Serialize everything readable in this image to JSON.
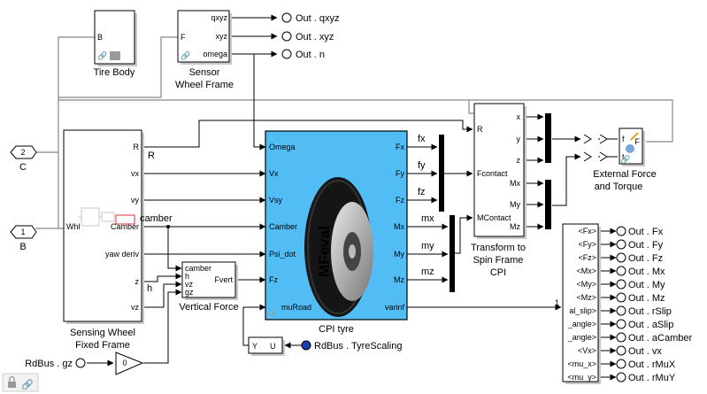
{
  "blocks": {
    "tire_body": {
      "label": "Tire Body",
      "port_in": "B"
    },
    "sensor": {
      "label_line1": "Sensor",
      "label_line2": "Wheel Frame",
      "port_in": "F",
      "port_out": [
        "qxyz",
        "xyz",
        "omega"
      ]
    },
    "sensing": {
      "label_line1": "Sensing Wheel",
      "label_line2": "Fixed Frame",
      "port_in": "Whl",
      "port_out": [
        "R",
        "vx",
        "vy",
        "Camber",
        "yaw deriv",
        "z",
        "vz"
      ]
    },
    "cpi": {
      "label": "CPI tyre",
      "ports_in": [
        "Omega",
        "Vx",
        "Vsy",
        "Camber",
        "Psi_dot",
        "Fz",
        "muRoad"
      ],
      "ports_out": [
        "Fx",
        "Fy",
        "Fz",
        "Mx",
        "My",
        "Mz",
        "varinf"
      ],
      "tire_text": "MFeval"
    },
    "vforce": {
      "label": "Vertical Force",
      "ports_in": [
        "camber",
        "h",
        "vz",
        "gz"
      ],
      "port_out": "Fvert"
    },
    "transform": {
      "label_line1": "Transform to",
      "label_line2": "Spin Frame",
      "label_line3": "CPI",
      "ports_in": [
        "R",
        "Fcontact",
        "MContact"
      ],
      "ports_out": [
        "x",
        "y",
        "z",
        "Mx",
        "My",
        "Mz"
      ]
    },
    "ext": {
      "label_line1": "External Force",
      "label_line2": "and Torque",
      "ports_in": [
        "f",
        "t"
      ],
      "port_out": "F"
    },
    "gain": {
      "value": "0"
    },
    "yu": {
      "y": "Y",
      "u": "U"
    },
    "busselector": {
      "signals": [
        "<Fx>",
        "<Fy>",
        "<Fz>",
        "<Mx>",
        "<My>",
        "<Mz>",
        "al_slip>",
        "_angle>",
        "_angle>",
        "<Vx>",
        "<mu_x>",
        "<mu_y>"
      ]
    }
  },
  "ports": {
    "c": {
      "number": "2",
      "label": "C"
    },
    "b": {
      "number": "1",
      "label": "B"
    }
  },
  "outputs_top": [
    "Out . qxyz",
    "Out . xyz",
    "Out . n"
  ],
  "outputs_right": [
    "Out . Fx",
    "Out . Fy",
    "Out . Fz",
    "Out . Mx",
    "Out . My",
    "Out . Mz",
    "Out . rSlip",
    "Out . aSlip",
    "Out . aCamber",
    "Out . vx",
    "Out . rMuX",
    "Out . rMuY"
  ],
  "froms": {
    "rdbus_gz": "RdBus . gz",
    "rdbus_tyre": "RdBus . TyreScaling"
  },
  "signal_labels": {
    "r": "R",
    "camber": "camber",
    "h": "h",
    "fx": "fx",
    "fy": "fy",
    "fz": "fz",
    "mx": "mx",
    "my": "my",
    "mz": "mz",
    "bus_index": "1"
  },
  "colors": {
    "cpi_fill": "#52bdf5",
    "from_dot": "#1d3fb0"
  }
}
